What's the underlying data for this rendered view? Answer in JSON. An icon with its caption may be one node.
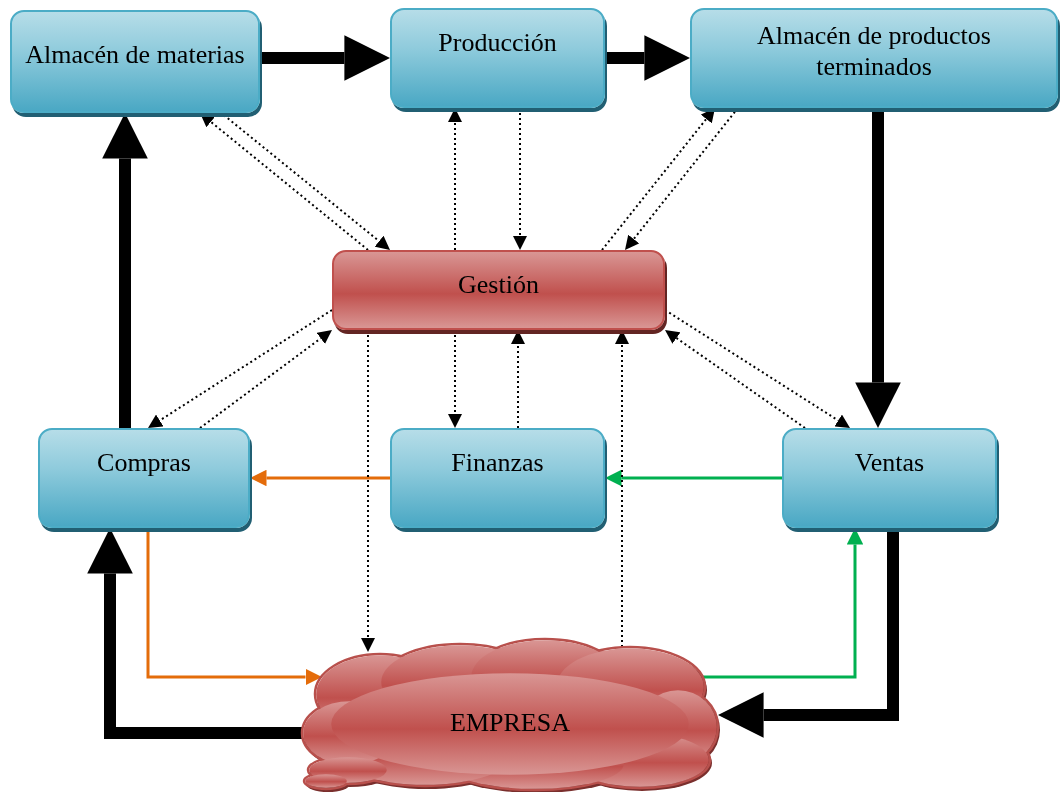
{
  "diagram": {
    "nodes": [
      {
        "text": [
          "Almacén de materias"
        ]
      },
      {
        "text": [
          "Producción"
        ]
      },
      {
        "text": [
          "Almacén de productos terminados"
        ]
      },
      {
        "text": [
          "Gestión"
        ]
      },
      {
        "text": [
          "Compras"
        ]
      },
      {
        "text": [
          "Finanzas"
        ]
      },
      {
        "text": [
          "Ventas"
        ]
      },
      {
        "text": [
          "EMPRESA"
        ]
      }
    ],
    "edges": [
      {
        "from": 0,
        "to": 1,
        "arrow": "to",
        "style": "thick"
      },
      {
        "from": 1,
        "to": 2,
        "arrow": "to",
        "style": "thick"
      },
      {
        "from": 2,
        "to": 6,
        "arrow": "to",
        "style": "thick"
      },
      {
        "from": 4,
        "to": 0,
        "arrow": "to",
        "style": "thick"
      },
      {
        "from": 7,
        "to": 4,
        "arrow": "to",
        "style": "thick"
      },
      {
        "from": 6,
        "to": 7,
        "arrow": "to",
        "style": "thick"
      },
      {
        "from": 5,
        "to": 4,
        "arrow": "to",
        "color": "#e46c0a"
      },
      {
        "from": 4,
        "to": 7,
        "arrow": "to",
        "color": "#e46c0a"
      },
      {
        "from": 6,
        "to": 5,
        "arrow": "to",
        "color": "#00b050"
      },
      {
        "from": 7,
        "to": 6,
        "arrow": "to",
        "color": "#00b050"
      },
      {
        "from": 3,
        "to": 0,
        "arrow": "to",
        "style": "dashed"
      },
      {
        "from": 0,
        "to": 3,
        "arrow": "to",
        "style": "dashed"
      },
      {
        "from": 3,
        "to": 1,
        "arrow": "to",
        "style": "dashed"
      },
      {
        "from": 1,
        "to": 3,
        "arrow": "to",
        "style": "dashed"
      },
      {
        "from": 2,
        "to": 3,
        "arrow": "to",
        "style": "dashed"
      },
      {
        "from": 3,
        "to": 2,
        "arrow": "to",
        "style": "dashed"
      },
      {
        "from": 3,
        "to": 4,
        "arrow": "to",
        "style": "dashed"
      },
      {
        "from": 4,
        "to": 3,
        "arrow": "to",
        "style": "dashed"
      },
      {
        "from": 3,
        "to": 5,
        "arrow": "to",
        "style": "dashed"
      },
      {
        "from": 5,
        "to": 3,
        "arrow": "to",
        "style": "dashed"
      },
      {
        "from": 3,
        "to": 7,
        "arrow": "to",
        "style": "dashed"
      },
      {
        "from": 7,
        "to": 3,
        "arrow": "to",
        "style": "dashed"
      },
      {
        "from": 3,
        "to": 6,
        "arrow": "to",
        "style": "dashed"
      },
      {
        "from": 6,
        "to": 3,
        "arrow": "to",
        "style": "dashed"
      }
    ]
  }
}
